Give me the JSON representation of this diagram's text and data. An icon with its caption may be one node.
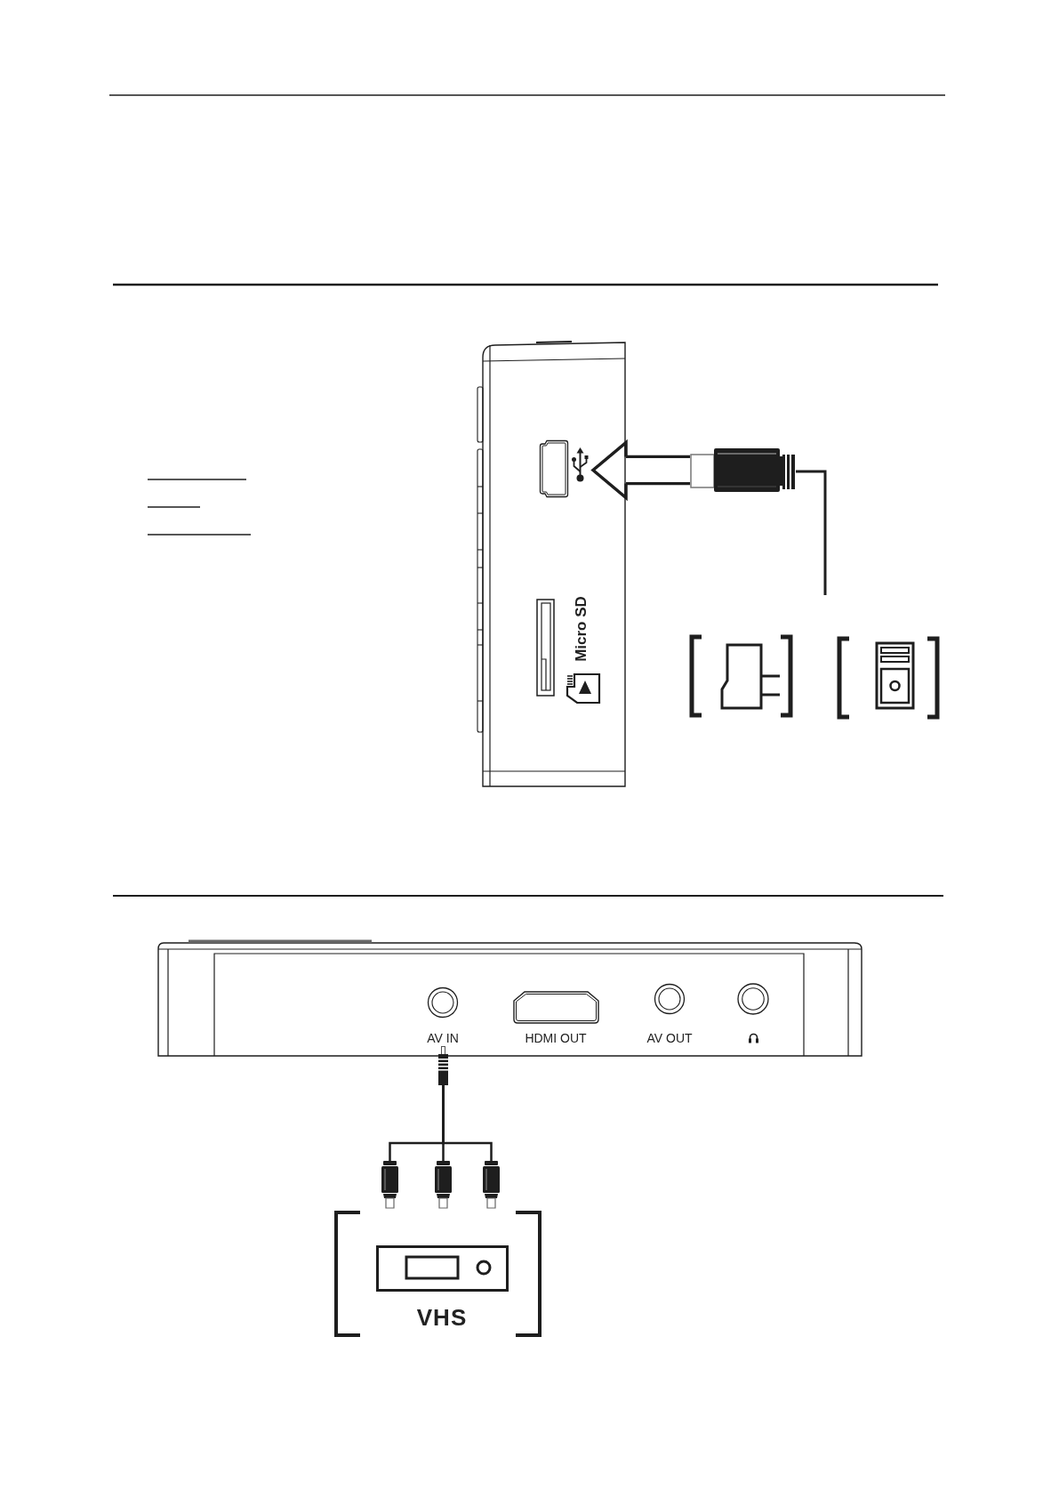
{
  "diagram": {
    "nodes": [
      {
        "text": [],
        "shape": "picture"
      },
      {
        "text": [],
        "shape": "picture",
        "in": 0
      },
      {
        "text": [],
        "shape": "picture"
      },
      {
        "text": [],
        "shape": "picture"
      },
      {
        "text": [],
        "shape": "picture"
      },
      {
        "text": [],
        "shape": "picture"
      },
      {
        "text": [
          "AV IN"
        ],
        "in": 5
      },
      {
        "text": [
          "HDMI OUT"
        ],
        "in": 5
      },
      {
        "text": [
          "AV OUT"
        ],
        "in": 5
      },
      {
        "text": [],
        "shape": "circle",
        "in": 5
      },
      {
        "text": [],
        "shape": "picture"
      },
      {
        "text": [],
        "shape": "picture"
      },
      {
        "text": [],
        "shape": "picture"
      },
      {
        "text": [],
        "shape": "picture"
      },
      {
        "text": [
          "VHS"
        ]
      }
    ],
    "edges": [
      {
        "from": 2,
        "to": 1,
        "arrow": "to"
      },
      {
        "from": 2,
        "to": null,
        "arrow": "none"
      },
      {
        "from": 10,
        "to": 11,
        "arrow": "none"
      },
      {
        "from": 10,
        "to": 12,
        "arrow": "none"
      },
      {
        "from": 10,
        "to": 13,
        "arrow": "none"
      }
    ],
    "labels": [
      "Micro SD"
    ]
  }
}
